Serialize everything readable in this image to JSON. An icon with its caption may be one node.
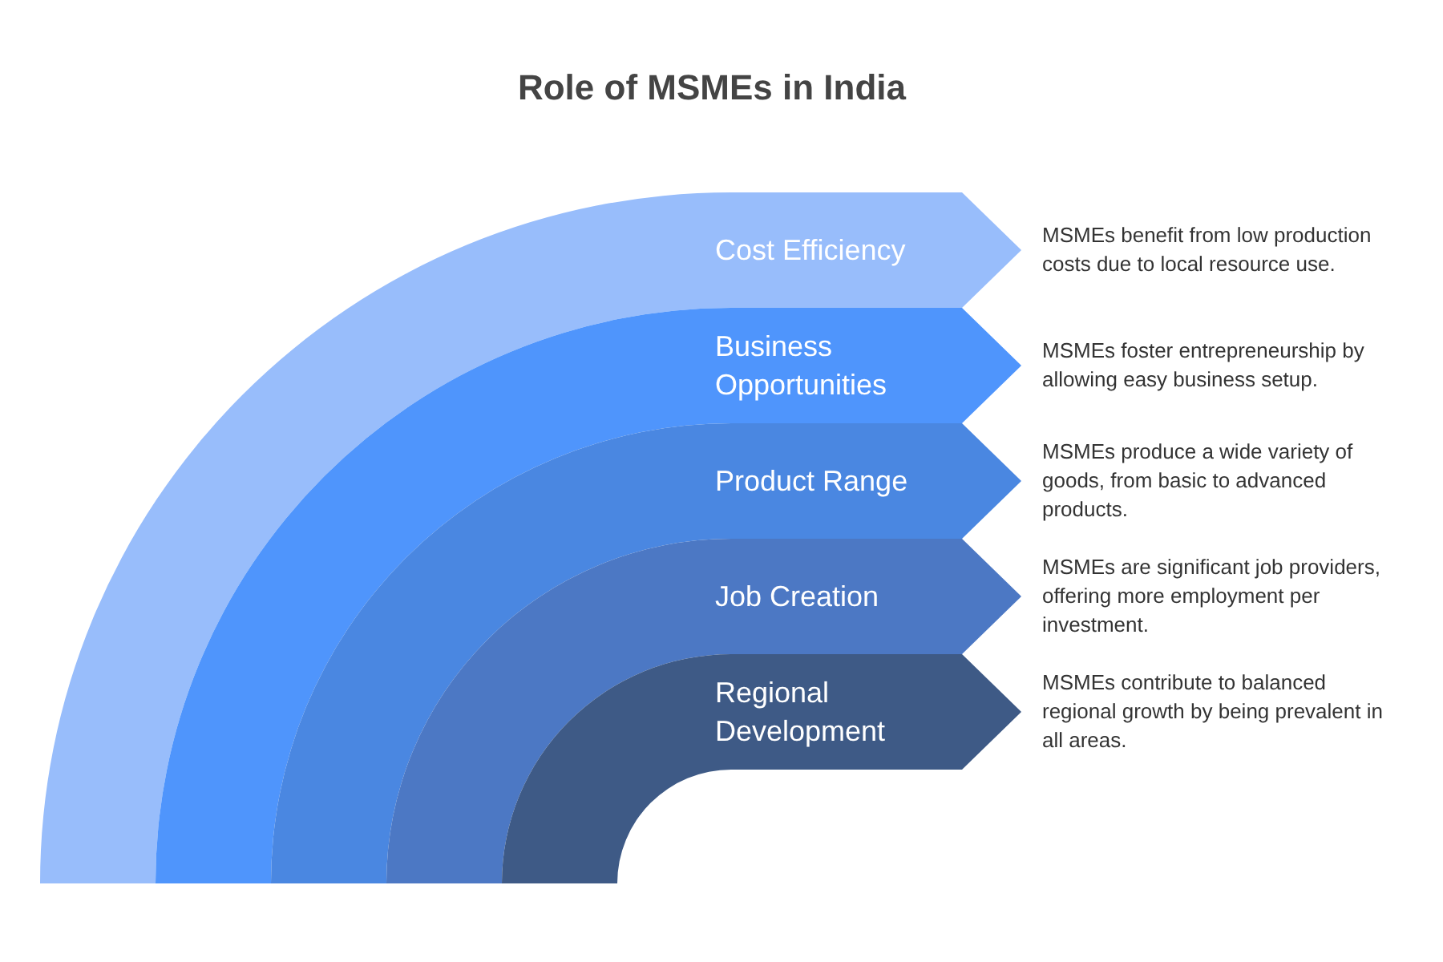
{
  "diagram": {
    "title": "Role of MSMEs in India",
    "nodes": [
      {
        "text": [
          "Cost Efficiency"
        ],
        "beside": [
          "MSMEs benefit from low production costs due to local resource use."
        ]
      },
      {
        "text": [
          "Business Opportunities"
        ],
        "beside": [
          "MSMEs foster entrepreneurship by allowing easy business setup."
        ]
      },
      {
        "text": [
          "Product Range"
        ],
        "beside": [
          "MSMEs produce a wide variety of goods, from basic to advanced products."
        ]
      },
      {
        "text": [
          "Job Creation"
        ],
        "beside": [
          "MSMEs are significant job providers, offering more employment per investment."
        ]
      },
      {
        "text": [
          "Regional Development"
        ],
        "beside": [
          "MSMEs contribute to balanced regional growth by being prevalent in all areas."
        ]
      }
    ]
  }
}
